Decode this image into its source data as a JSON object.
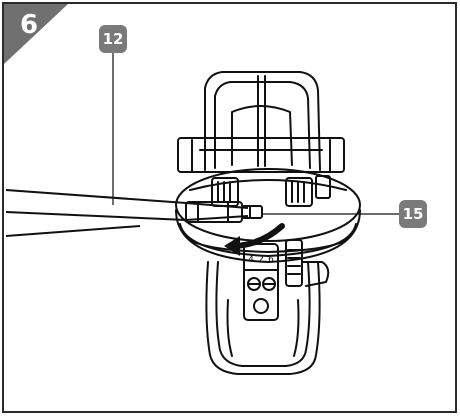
{
  "step": {
    "number": "6"
  },
  "callouts": [
    {
      "label": "12"
    },
    {
      "label": "15"
    }
  ],
  "control_panel": {
    "indicators": [
      "4",
      "2",
      "6"
    ]
  },
  "colors": {
    "frame": "#2b2b2b",
    "badge": "#707070",
    "callout": "#7a7a7a",
    "line": "#111111"
  }
}
